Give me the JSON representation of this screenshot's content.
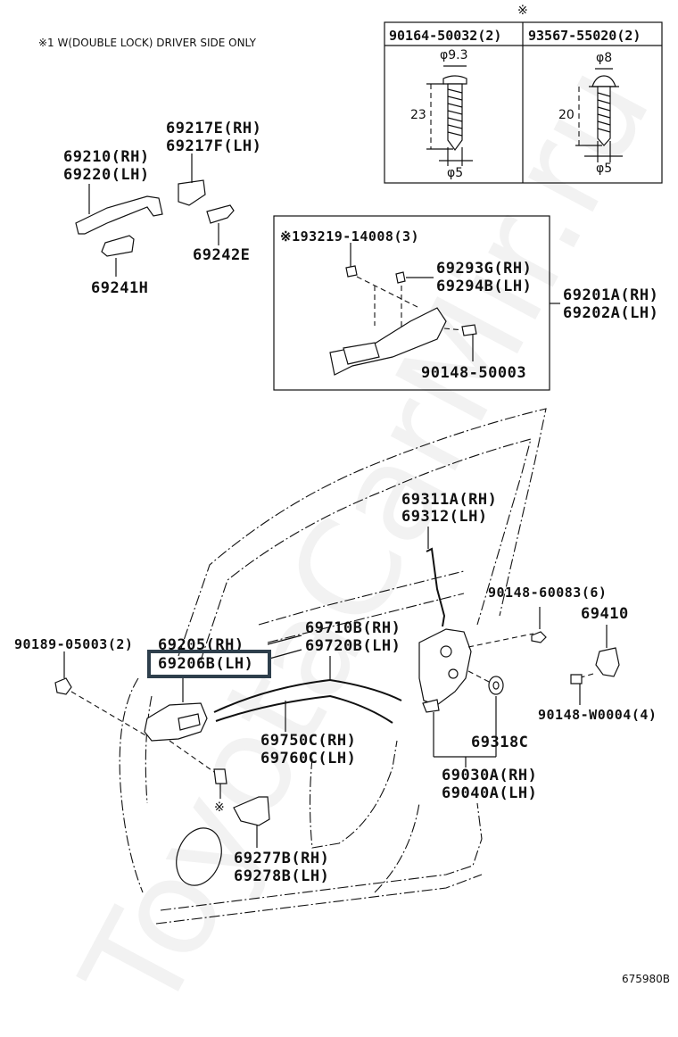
{
  "diagram": {
    "title_note": "※1 W(DOUBLE LOCK) DRIVER SIDE ONLY",
    "diagram_code": "675980B",
    "watermark": "ToyotaCarMir.ru",
    "highlight_color": "#2e3f4c",
    "fastener_table": {
      "marker": "※",
      "columns": [
        {
          "part_no": "90164-50032(2)",
          "head_diameter": "φ9.3",
          "length": "23",
          "shank_diameter": "φ5"
        },
        {
          "part_no": "93567-55020(2)",
          "head_diameter": "φ8",
          "length": "20",
          "shank_diameter": "φ5"
        }
      ]
    },
    "inset_box": {
      "screw_label": "※193219-14008(3)",
      "part_a_rh": "69293G(RH)",
      "part_a_lh": "69294B(LH)",
      "bolt": "90148-50003",
      "assembly_rh": "69201A(RH)",
      "assembly_lh": "69202A(LH)"
    },
    "labels": {
      "outer_handle_rh": "69210(RH)",
      "outer_handle_lh": "69220(LH)",
      "cap_rh": "69217E(RH)",
      "cap_lh": "69217F(LH)",
      "pad_e": "69242E",
      "pad_h": "69241H",
      "rod_rh": "69311A(RH)",
      "rod_lh": "69312(LH)",
      "screw_60083": "90148-60083(6)",
      "striker": "69410",
      "clip": "90189-05003(2)",
      "inner_handle_rh": "69205(RH)",
      "inner_handle_lh": "69206B(LH)",
      "cable_a_rh": "69710B(RH)",
      "cable_a_lh": "69720B(LH)",
      "cable_b_rh": "69750C(RH)",
      "cable_b_lh": "69760C(LH)",
      "grommet": "69318C",
      "striker_screw": "90148-W0004(4)",
      "lock_rh": "69030A(RH)",
      "lock_lh": "69040A(LH)",
      "bezel_rh": "69277B(RH)",
      "bezel_lh": "69278B(LH)",
      "screw_marker": "※"
    }
  }
}
